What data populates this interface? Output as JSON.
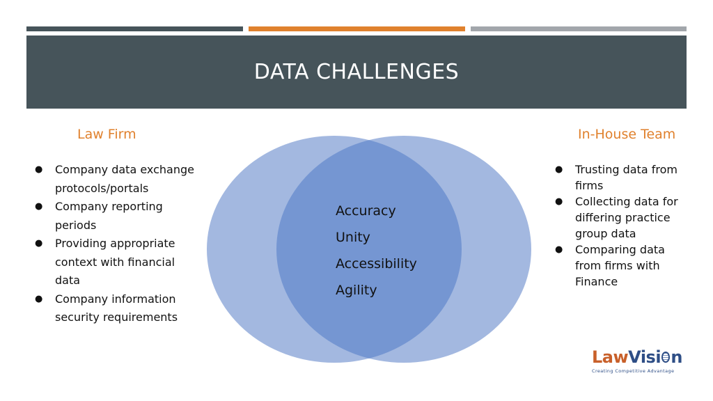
{
  "title": "DATA CHALLENGES",
  "colors": {
    "dark_slate": "#46545a",
    "orange": "#e0812d",
    "gray": "#a2a6ab",
    "circle_fill": "#a3b8e0",
    "overlap_fill": "#7596d2"
  },
  "left_column": {
    "heading": "Law Firm",
    "items": [
      "Company data exchange protocols/portals",
      "Company reporting periods",
      "Providing appropriate context with financial data",
      "Company information security requirements"
    ]
  },
  "right_column": {
    "heading": "In-House Team",
    "items": [
      "Trusting data from firms",
      "Collecting data for differing practice group data",
      "Comparing data from firms with Finance"
    ]
  },
  "center": {
    "items": [
      "Accuracy",
      "Unity",
      "Accessibility",
      "Agility"
    ]
  },
  "logo": {
    "brand_a": "Law",
    "brand_b": "Visi",
    "brand_c": "n",
    "tagline": "Creating Competitive Advantage"
  }
}
